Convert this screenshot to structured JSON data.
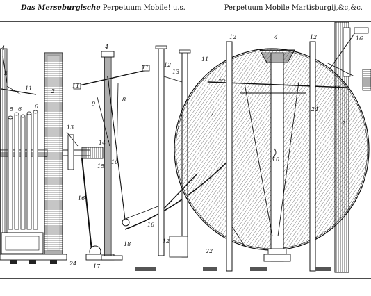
{
  "header": {
    "left_fraktur": "Das Merseburgische",
    "left_rest": "Perpetuum Mobile! u.s.",
    "right": "Perpetuum Mobile Martisburgij,&c,&c."
  },
  "labels": {
    "l4a": "4",
    "l4b": "4",
    "l4c": "4",
    "l2": "2",
    "l3": "3",
    "l5": "5",
    "l6a": "6",
    "l6b": "6",
    "l7a": "7",
    "l7b": "7",
    "l8": "8",
    "l9": "9",
    "l10a": "10",
    "l10b": "10",
    "l11a": "11",
    "l11b": "11",
    "l11c": "11",
    "l11d": "11",
    "l11e": "11",
    "l12a": "12",
    "l12b": "12",
    "l12c": "12",
    "l12d": "12",
    "l13a": "13",
    "l13b": "13",
    "l14": "14",
    "l15": "15",
    "l16a": "16",
    "l16b": "16",
    "l16c": "16",
    "l17": "17",
    "l18": "18",
    "l22": "22",
    "l23": "23",
    "l24a": "24",
    "l24b": "24"
  }
}
